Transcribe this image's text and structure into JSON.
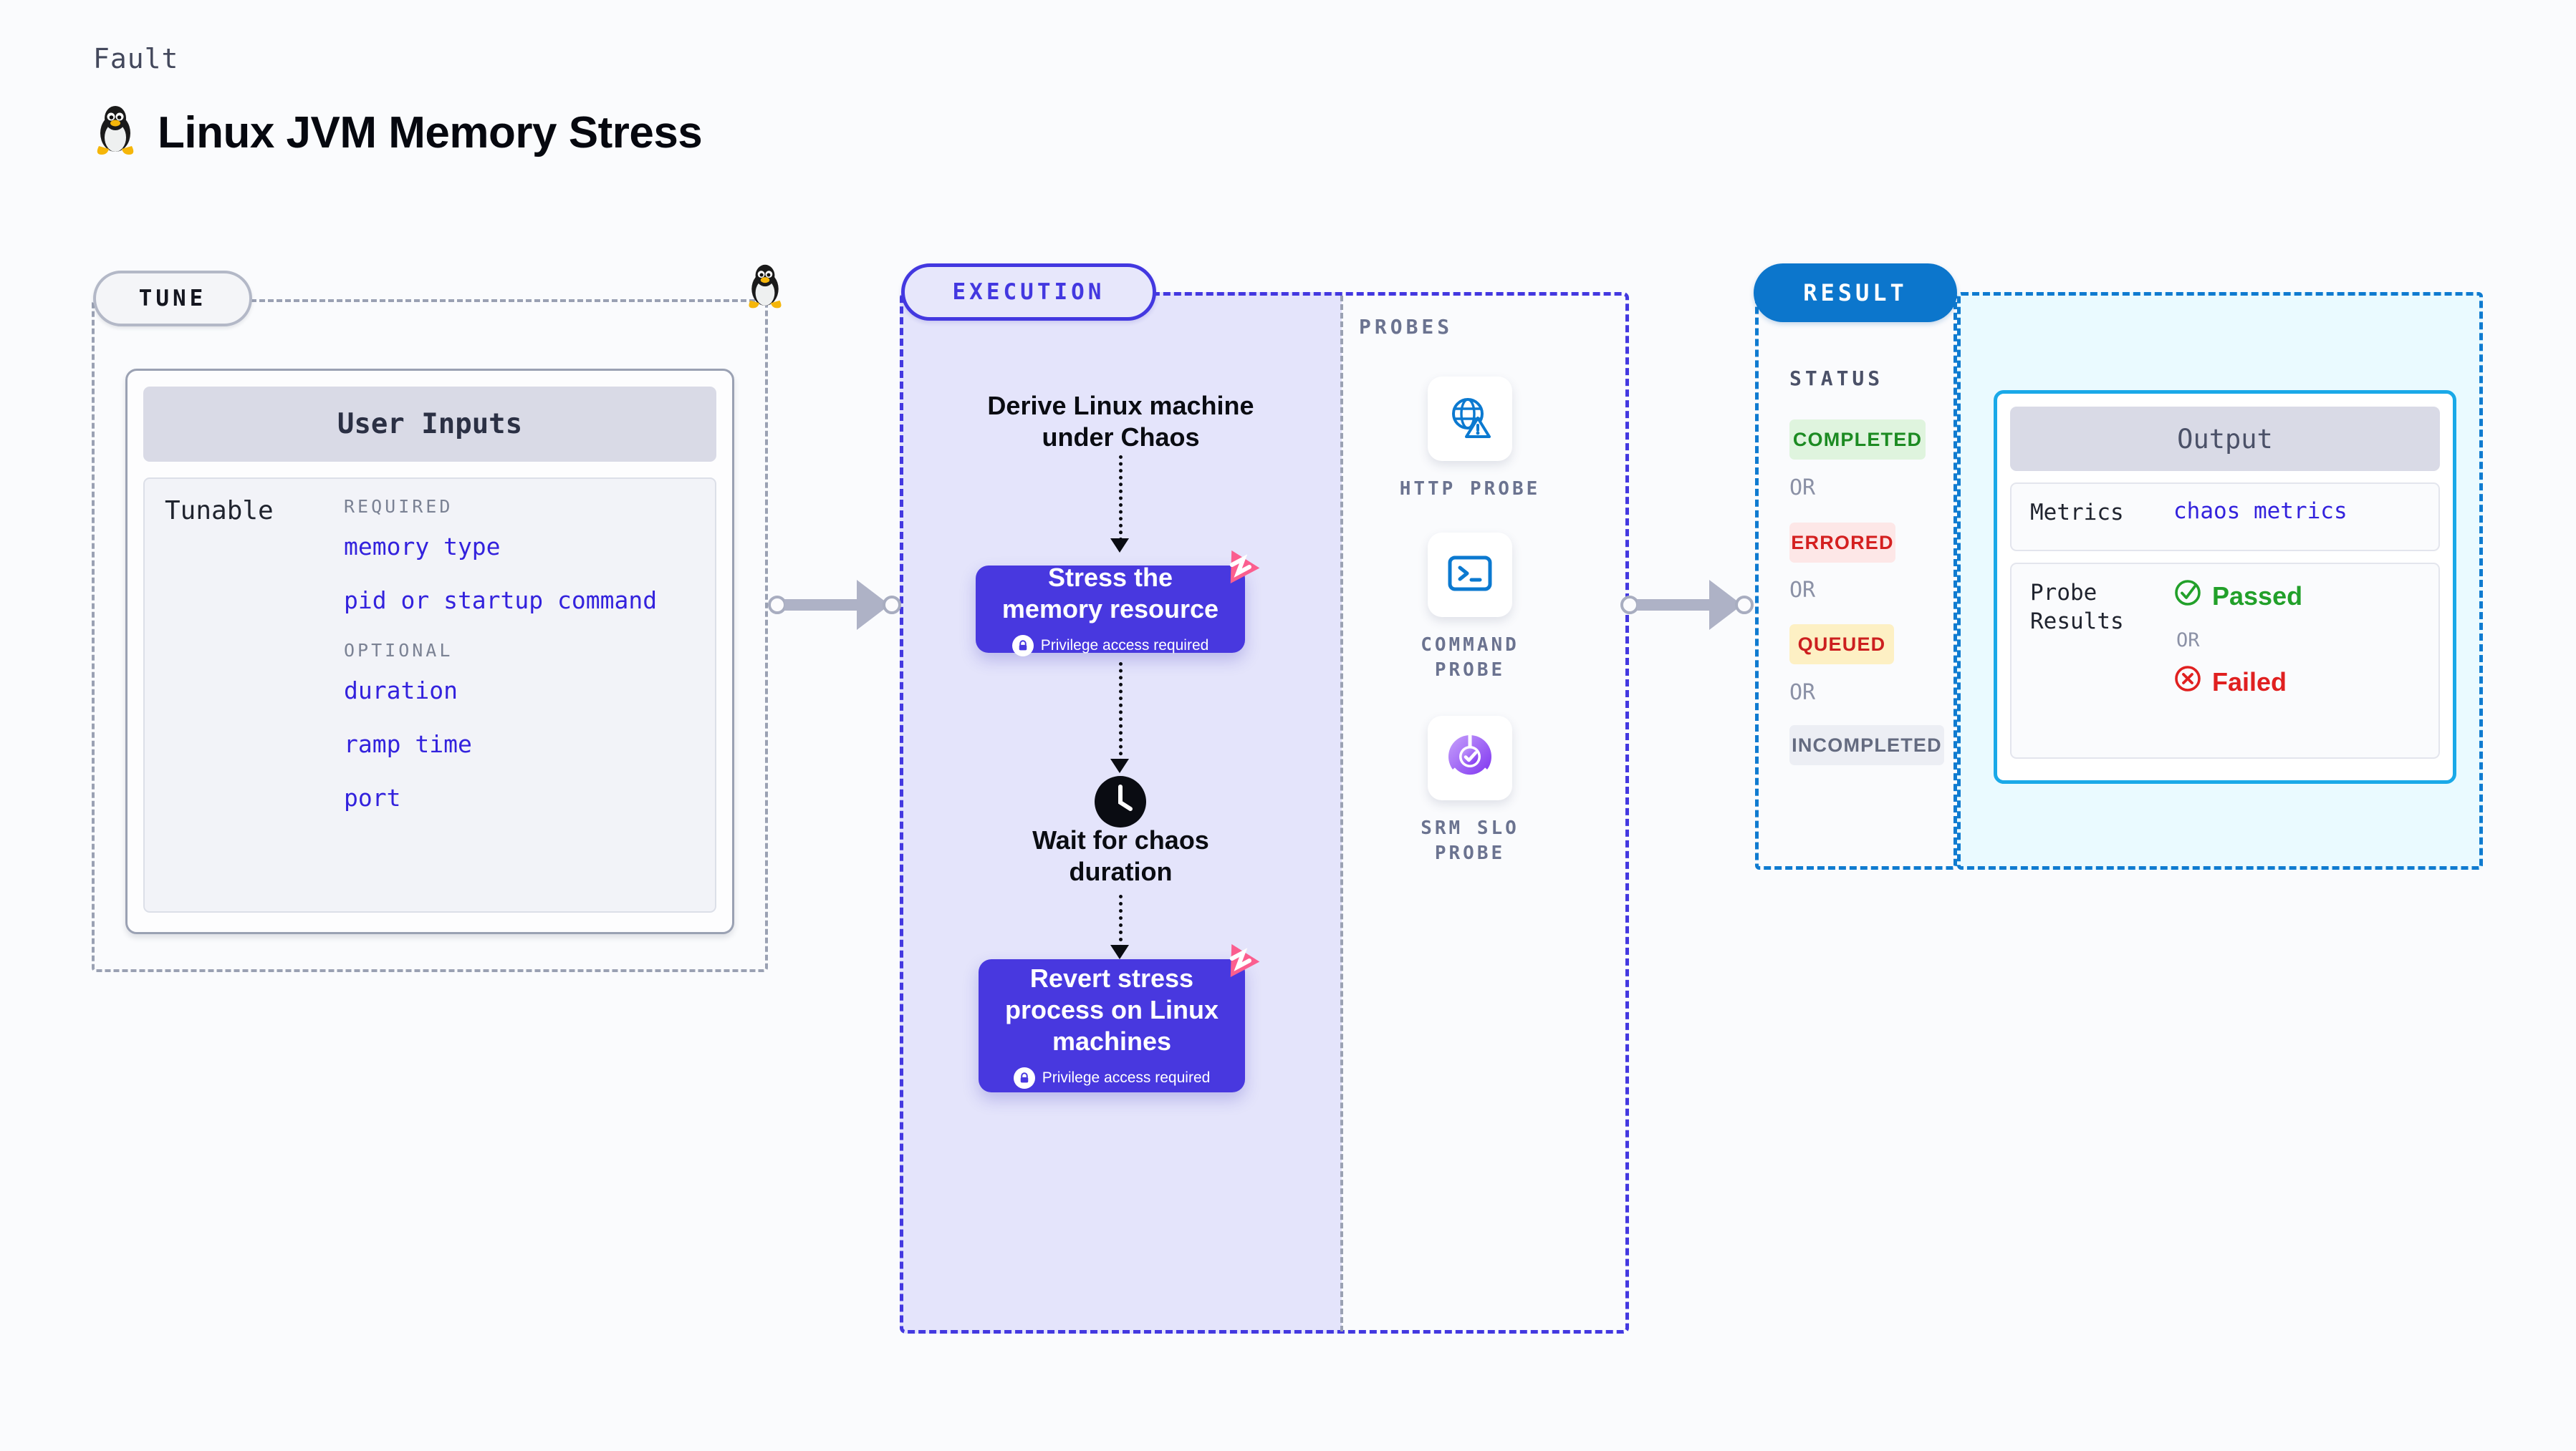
{
  "header": {
    "kicker": "Fault",
    "title": "Linux JVM Memory Stress",
    "icon": "linux-penguin-icon"
  },
  "tune": {
    "pill_label": "TUNE",
    "card_title": "User Inputs",
    "tunable_label": "Tunable",
    "groups": [
      {
        "title": "REQUIRED",
        "items": [
          "memory type",
          "pid or startup command"
        ]
      },
      {
        "title": "OPTIONAL",
        "items": [
          "duration",
          "ramp time",
          "port"
        ]
      }
    ]
  },
  "execution": {
    "pill_label": "EXECUTION",
    "step_derive": "Derive Linux machine under Chaos",
    "card_stress": {
      "title": "Stress the memory resource",
      "note": "Privilege access required"
    },
    "step_wait": "Wait for chaos duration",
    "card_revert": {
      "title": "Revert stress process on Linux machines",
      "note": "Privilege access required"
    }
  },
  "probes": {
    "label": "PROBES",
    "items": [
      {
        "name": "HTTP PROBE",
        "icon": "globe-warning-icon"
      },
      {
        "name": "COMMAND PROBE",
        "icon": "terminal-icon"
      },
      {
        "name": "SRM SLO PROBE",
        "icon": "slo-donut-check-icon"
      }
    ]
  },
  "result": {
    "pill_label": "RESULT",
    "status_label": "STATUS",
    "or_label": "OR",
    "statuses": [
      {
        "label": "COMPLETED",
        "fg": "#1c8b22",
        "bg": "#dff4de"
      },
      {
        "label": "ERRORED",
        "fg": "#d42020",
        "bg": "#fde7e7"
      },
      {
        "label": "QUEUED",
        "fg": "#cc1f1f",
        "bg": "#fdf0c4"
      },
      {
        "label": "INCOMPLETED",
        "fg": "#646b80",
        "bg": "#eceef4"
      }
    ]
  },
  "output": {
    "card_title": "Output",
    "metrics_key": "Metrics",
    "metrics_value": "chaos metrics",
    "probe_key": "Probe Results",
    "passed_label": "Passed",
    "failed_label": "Failed",
    "or_label": "OR"
  },
  "colors": {
    "accent_purple": "#4338e0",
    "accent_blue": "#0c76cc",
    "accent_cyan": "#1aa9e8",
    "chaos_pink": "#fb5e8f",
    "pass_green": "#22a02a",
    "fail_red": "#e02020"
  }
}
